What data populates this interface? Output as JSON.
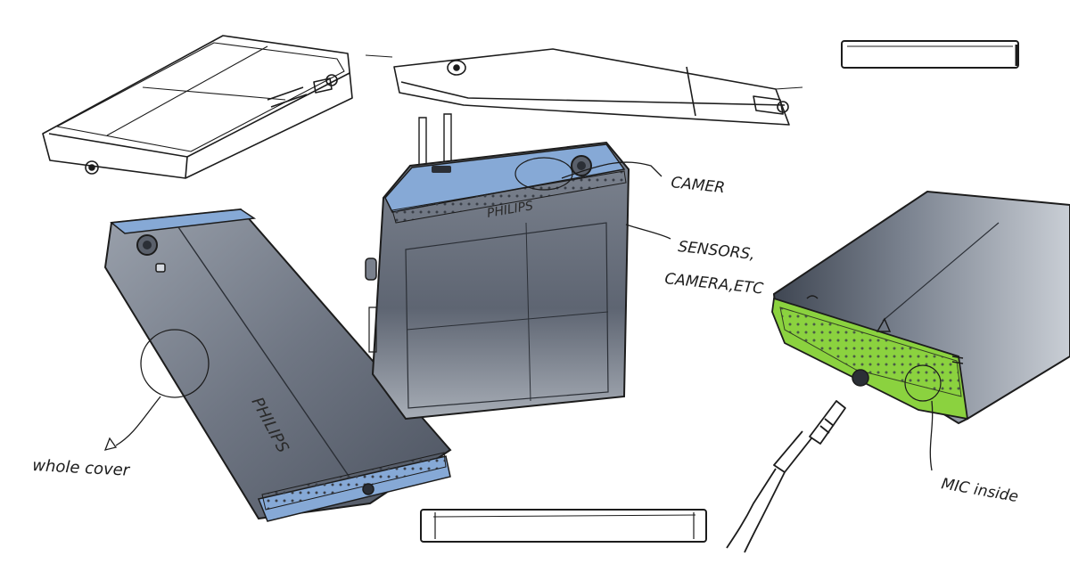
{
  "sketch": {
    "annotations": {
      "camera": "CAMER",
      "sensors_line1": "SENSORS,",
      "sensors_line2": "CAMERA,ETC",
      "whole_cover": "whole cover",
      "mic_inside": "MIC inside"
    },
    "brand_label": "PHILIPS",
    "colors": {
      "body_grey": "#6f7683",
      "body_dark": "#4c5360",
      "accent_blue": "#86a9d6",
      "accent_green": "#8bd23f",
      "ink": "#1c1c1c"
    }
  }
}
